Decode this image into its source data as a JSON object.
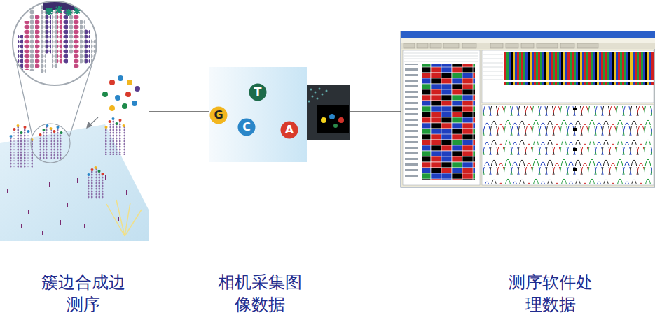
{
  "diagram": {
    "nodes": [
      {
        "text": [
          "簇边合成边测序"
        ]
      },
      {
        "text": [
          "相机采集图像数据"
        ]
      },
      {
        "text": [
          "G"
        ],
        "in": 1
      },
      {
        "text": [
          "T"
        ],
        "in": 1
      },
      {
        "text": [
          "C"
        ],
        "in": 1
      },
      {
        "text": [
          "A"
        ],
        "in": 1
      },
      {
        "text": [
          "测序软件处理数据"
        ]
      }
    ],
    "edges": [
      {
        "from": 0,
        "to": 1,
        "arrow": "none"
      },
      {
        "from": 1,
        "to": 6,
        "arrow": "none"
      }
    ]
  }
}
